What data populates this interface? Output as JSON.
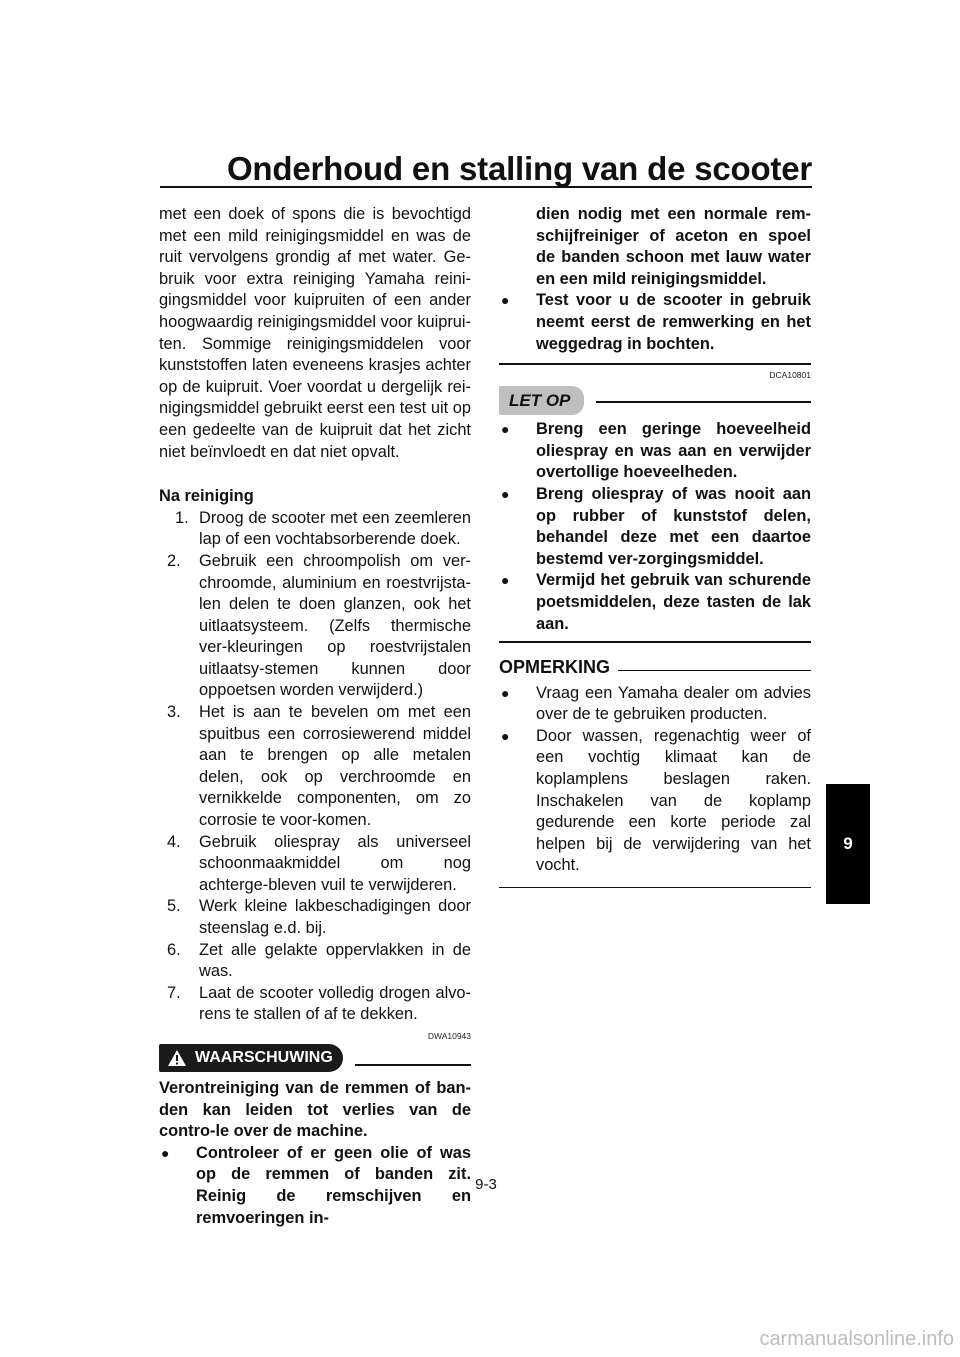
{
  "header": {
    "title": "Onderhoud en stalling van de scooter"
  },
  "left": {
    "intro": "met een doek of spons die is bevochtigd met een mild reinigingsmiddel en was de ruit vervolgens grondig af met water. Ge-bruik voor extra reiniging Yamaha reini-gingsmiddel voor kuipruiten of een ander hoogwaardig reinigingsmiddel voor kuiprui-ten. Sommige reinigingsmiddelen voor kunststoffen laten eveneens krasjes achter op de kuipruit. Voer voordat u dergelijk rei-nigingsmiddel gebruikt eerst een test uit op een gedeelte van de kuipruit dat het zicht niet beïnvloedt en dat niet opvalt.",
    "after_cleaning_heading": "Na reiniging",
    "steps": [
      {
        "num": "1.",
        "text": "Droog de scooter met een zeemleren lap of een vochtabsorberende doek."
      },
      {
        "num": "2.",
        "text": "Gebruik een chroompolish om ver-chroomde, aluminium en roestvrijsta-len delen te doen glanzen, ook het uitlaatsysteem. (Zelfs thermische ver-kleuringen op roestvrijstalen uitlaatsy-stemen kunnen door oppoetsen worden verwijderd.)"
      },
      {
        "num": "3.",
        "text": "Het is aan te bevelen om met een spuitbus een corrosiewerend middel aan te brengen op alle metalen delen, ook op verchroomde en vernikkelde componenten, om zo corrosie te voor-komen."
      },
      {
        "num": "4.",
        "text": "Gebruik oliespray als universeel schoonmaakmiddel om nog achterge-bleven vuil te verwijderen."
      },
      {
        "num": "5.",
        "text": "Werk kleine lakbeschadigingen door steenslag e.d. bij."
      },
      {
        "num": "6.",
        "text": "Zet alle gelakte oppervlakken in de was."
      },
      {
        "num": "7.",
        "text": "Laat de scooter volledig drogen alvo-rens te stallen of af te dekken."
      }
    ],
    "warning_code": "DWA10943",
    "warning_label": "WAARSCHUWING",
    "warning_text": "Verontreiniging van de remmen of ban-den kan leiden tot verlies van de contro-le over de machine.",
    "warning_bullet_1": "Controleer of er geen olie of was op de remmen of banden zit. Reinig de remschijven en remvoeringen in-"
  },
  "right": {
    "warning_bullet_1_cont": "dien nodig met een normale rem-schijfreiniger of aceton en spoel de banden schoon met lauw water en een mild reinigingsmiddel.",
    "warning_bullet_2": "Test voor u de scooter in gebruik neemt eerst de remwerking en het weggedrag in bochten.",
    "caution_code": "DCA10801",
    "caution_label": "LET OP",
    "caution_bullets": [
      "Breng een geringe hoeveelheid oliespray en was aan en verwijder overtollige hoeveelheden.",
      "Breng oliespray of was nooit aan op rubber of kunststof delen, behandel deze met een daartoe bestemd ver-zorgingsmiddel.",
      "Vermijd het gebruik van schurende poetsmiddelen, deze tasten de lak aan."
    ],
    "note_label": "OPMERKING",
    "note_bullets": [
      "Vraag een Yamaha dealer om advies over de te gebruiken producten.",
      "Door wassen, regenachtig weer of een vochtig klimaat kan de koplamplens beslagen raken. Inschakelen van de koplamp gedurende een korte periode zal helpen bij de verwijdering van het vocht."
    ]
  },
  "chapter_tab": "9",
  "page_number": "9-3",
  "watermark": "carmanualsonline.info"
}
